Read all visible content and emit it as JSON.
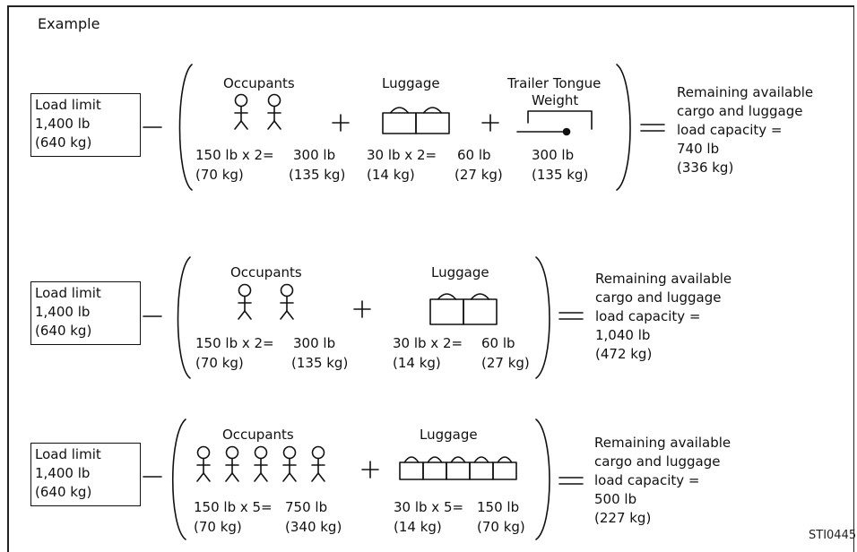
{
  "heading": "Example",
  "figure_code": "STI0445",
  "rows": [
    {
      "load_limit": [
        "Load limit",
        "1,400 lb",
        "(640 kg)"
      ],
      "occupants": {
        "title": "Occupants",
        "count": 2,
        "calc": "150 lb  x 2=",
        "total": "300 lb",
        "each_kg": "(70 kg)",
        "total_kg": "(135 kg)"
      },
      "luggage": {
        "title": "Luggage",
        "count": 2,
        "calc": "30 lb  x 2=",
        "total": "60 lb",
        "each_kg": "(14 kg)",
        "total_kg": "(27 kg)"
      },
      "trailer": {
        "title_1": "Trailer Tongue",
        "title_2": "Weight",
        "value": "300 lb",
        "value_kg": "(135 kg)"
      },
      "result": [
        "Remaining available",
        "cargo and luggage",
        "load capacity =",
        "740 lb",
        "(336 kg)"
      ]
    },
    {
      "load_limit": [
        "Load limit",
        "1,400 lb",
        "(640 kg)"
      ],
      "occupants": {
        "title": "Occupants",
        "count": 2,
        "calc": "150 lb  x 2=",
        "total": "300 lb",
        "each_kg": "(70 kg)",
        "total_kg": "(135 kg)"
      },
      "luggage": {
        "title": "Luggage",
        "count": 2,
        "calc": "30 lb  x 2=",
        "total": "60 lb",
        "each_kg": "(14 kg)",
        "total_kg": "(27 kg)"
      },
      "result": [
        "Remaining available",
        "cargo and luggage",
        "load capacity =",
        "1,040 lb",
        "(472 kg)"
      ]
    },
    {
      "load_limit": [
        "Load limit",
        "1,400 lb",
        "(640 kg)"
      ],
      "occupants": {
        "title": "Occupants",
        "count": 5,
        "calc": "150 lb  x 5=",
        "total": "750 lb",
        "each_kg": "(70 kg)",
        "total_kg": "(340 kg)"
      },
      "luggage": {
        "title": "Luggage",
        "count": 5,
        "calc": "30 lb  x 5=",
        "total": "150 lb",
        "each_kg": "(14 kg)",
        "total_kg": "(70 kg)"
      },
      "result": [
        "Remaining available",
        "cargo and luggage",
        "load capacity =",
        "500 lb",
        "(227 kg)"
      ]
    }
  ]
}
